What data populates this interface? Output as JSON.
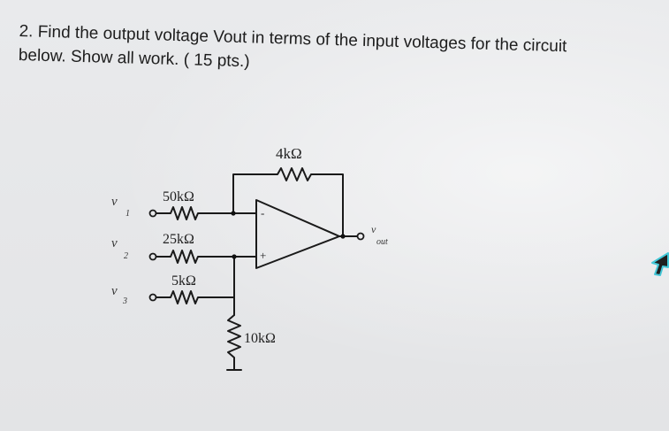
{
  "question": {
    "line1": "2. Find the output voltage Vout in terms of the input voltages for the circuit",
    "line2": "below. Show all work. ( 15 pts.)"
  },
  "circuit": {
    "r_feedback": "4kΩ",
    "r1": "50kΩ",
    "r2": "25kΩ",
    "r3": "5kΩ",
    "r_ground": "10kΩ",
    "v1_main": "v",
    "v1_sub": "1",
    "v2_main": "v",
    "v2_sub": "2",
    "v3_main": "v",
    "v3_sub": "3",
    "vout_main": "v",
    "vout_sub": "out",
    "minus_sign": "-",
    "plus_sign": "+"
  }
}
